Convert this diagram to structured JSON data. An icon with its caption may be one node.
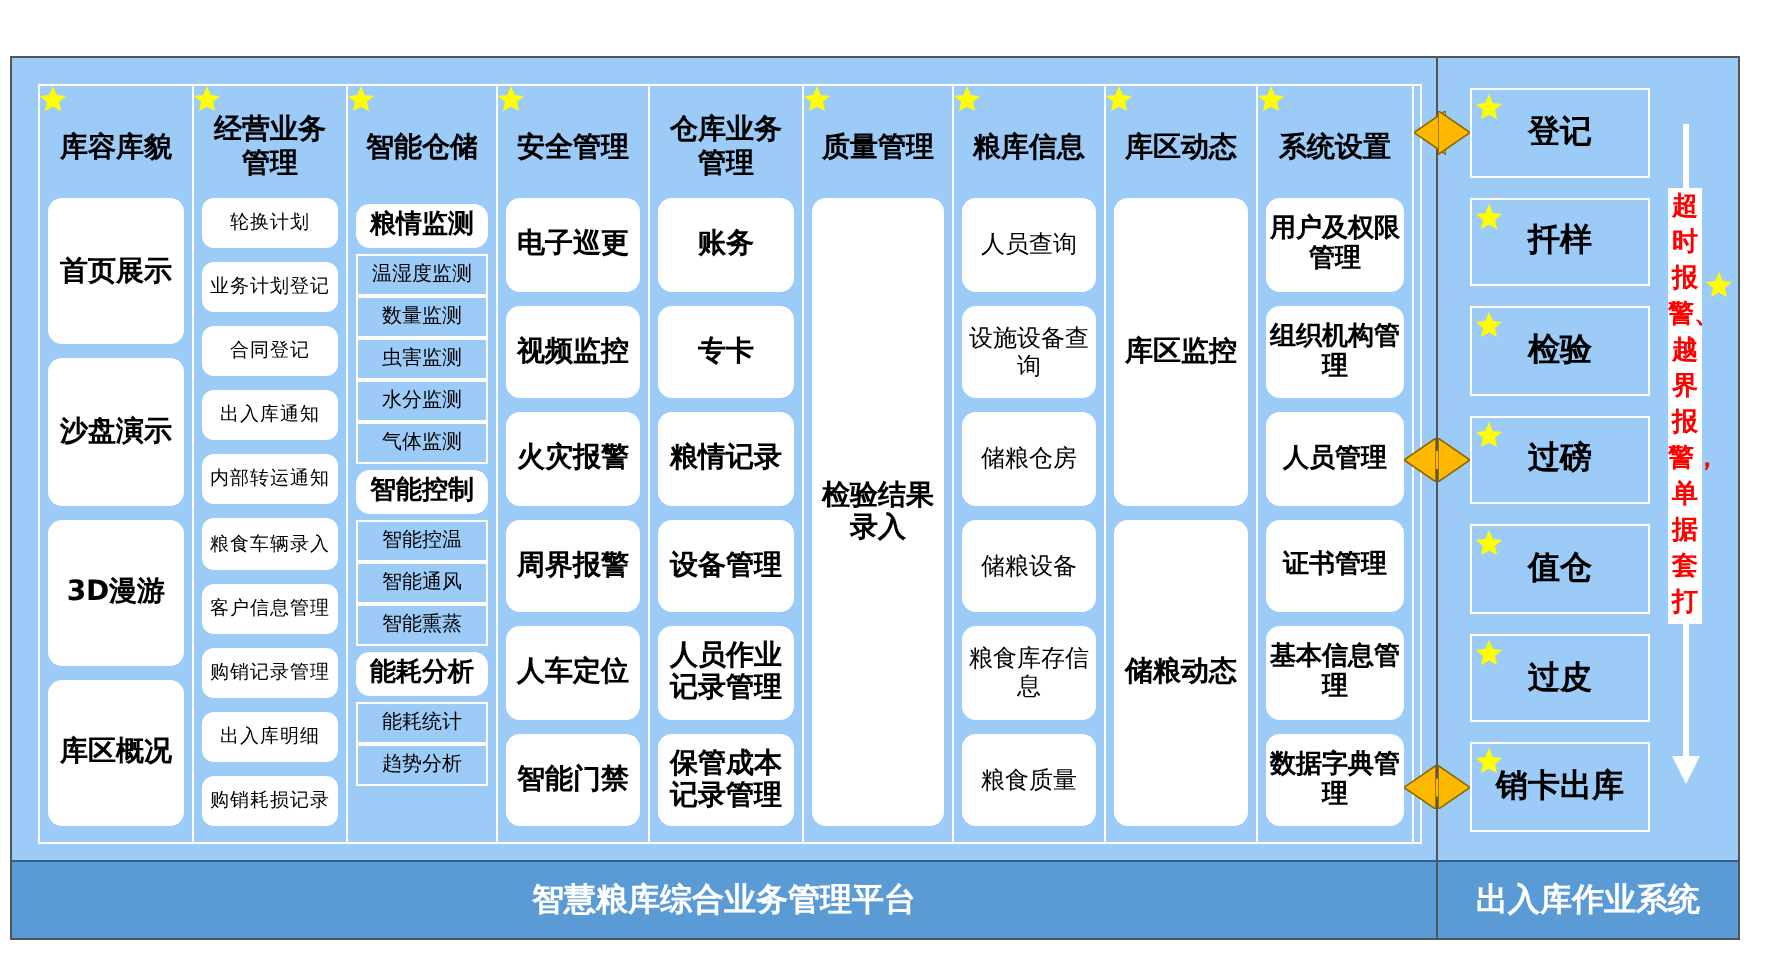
{
  "diagram": {
    "nodes": [
      {
        "text": [
          "智慧粮库综合业务管理平台"
        ]
      },
      {
        "text": [
          "库容库貌"
        ],
        "in": 0
      },
      {
        "text": [
          "首页展示"
        ],
        "in": 1
      },
      {
        "text": [
          "沙盘演示"
        ],
        "in": 1
      },
      {
        "text": [
          "3D漫游"
        ],
        "in": 1
      },
      {
        "text": [
          "库区概况"
        ],
        "in": 1
      },
      {
        "text": [
          "经营业务管理"
        ],
        "in": 0
      },
      {
        "text": [
          "轮换计划"
        ],
        "in": 6
      },
      {
        "text": [
          "业务计划登记"
        ],
        "in": 6
      },
      {
        "text": [
          "合同登记"
        ],
        "in": 6
      },
      {
        "text": [
          "出入库通知"
        ],
        "in": 6
      },
      {
        "text": [
          "内部转运通知"
        ],
        "in": 6
      },
      {
        "text": [
          "粮食车辆录入"
        ],
        "in": 6
      },
      {
        "text": [
          "客户信息管理"
        ],
        "in": 6
      },
      {
        "text": [
          "购销记录管理"
        ],
        "in": 6
      },
      {
        "text": [
          "出入库明细"
        ],
        "in": 6
      },
      {
        "text": [
          "购销耗损记录"
        ],
        "in": 6
      },
      {
        "text": [
          "智能仓储"
        ],
        "in": 0
      },
      {
        "text": [
          "粮情监测"
        ],
        "in": 17
      },
      {
        "text": [
          "温湿度监测"
        ],
        "in": 17
      },
      {
        "text": [
          "数量监测"
        ],
        "in": 17
      },
      {
        "text": [
          "虫害监测"
        ],
        "in": 17
      },
      {
        "text": [
          "水分监测"
        ],
        "in": 17
      },
      {
        "text": [
          "气体监测"
        ],
        "in": 17
      },
      {
        "text": [
          "智能控制"
        ],
        "in": 17
      },
      {
        "text": [
          "智能控温"
        ],
        "in": 17
      },
      {
        "text": [
          "智能通风"
        ],
        "in": 17
      },
      {
        "text": [
          "智能熏蒸"
        ],
        "in": 17
      },
      {
        "text": [
          "能耗分析"
        ],
        "in": 17
      },
      {
        "text": [
          "能耗统计"
        ],
        "in": 17
      },
      {
        "text": [
          "趋势分析"
        ],
        "in": 17
      },
      {
        "text": [
          "安全管理"
        ],
        "in": 0
      },
      {
        "text": [
          "电子巡更"
        ],
        "in": 31
      },
      {
        "text": [
          "视频监控"
        ],
        "in": 31
      },
      {
        "text": [
          "火灾报警"
        ],
        "in": 31
      },
      {
        "text": [
          "周界报警"
        ],
        "in": 31
      },
      {
        "text": [
          "人车定位"
        ],
        "in": 31
      },
      {
        "text": [
          "智能门禁"
        ],
        "in": 31
      },
      {
        "text": [
          "仓库业务管理"
        ],
        "in": 0
      },
      {
        "text": [
          "账务"
        ],
        "in": 38
      },
      {
        "text": [
          "专卡"
        ],
        "in": 38
      },
      {
        "text": [
          "粮情记录"
        ],
        "in": 38
      },
      {
        "text": [
          "设备管理"
        ],
        "in": 38
      },
      {
        "text": [
          "人员作业记录管理"
        ],
        "in": 38
      },
      {
        "text": [
          "保管成本记录管理"
        ],
        "in": 38
      },
      {
        "text": [
          "质量管理"
        ],
        "in": 0
      },
      {
        "text": [
          "检验结果录入"
        ],
        "in": 45
      },
      {
        "text": [
          "粮库信息"
        ],
        "in": 0
      },
      {
        "text": [
          "人员查询"
        ],
        "in": 47
      },
      {
        "text": [
          "设施设备查询"
        ],
        "in": 47
      },
      {
        "text": [
          "储粮仓房"
        ],
        "in": 47
      },
      {
        "text": [
          "储粮设备"
        ],
        "in": 47
      },
      {
        "text": [
          "粮食库存信息"
        ],
        "in": 47
      },
      {
        "text": [
          "粮食质量"
        ],
        "in": 47
      },
      {
        "text": [
          "库区动态"
        ],
        "in": 0
      },
      {
        "text": [
          "库区监控"
        ],
        "in": 54
      },
      {
        "text": [
          "储粮动态"
        ],
        "in": 54
      },
      {
        "text": [
          "系统设置"
        ],
        "in": 0
      },
      {
        "text": [
          "用户及权限管理"
        ],
        "in": 57
      },
      {
        "text": [
          "组织机构管理"
        ],
        "in": 57
      },
      {
        "text": [
          "人员管理"
        ],
        "in": 57
      },
      {
        "text": [
          "证书管理"
        ],
        "in": 57
      },
      {
        "text": [
          "基本信息管理"
        ],
        "in": 57
      },
      {
        "text": [
          "数据字典管理"
        ],
        "in": 57
      },
      {
        "text": [
          "出入库作业系统"
        ]
      },
      {
        "text": [
          "登记"
        ],
        "in": 64
      },
      {
        "text": [
          "扦样"
        ],
        "in": 64
      },
      {
        "text": [
          "检验"
        ],
        "in": 64
      },
      {
        "text": [
          "过磅"
        ],
        "in": 64
      },
      {
        "text": [
          "值仓"
        ],
        "in": 64
      },
      {
        "text": [
          "过皮"
        ],
        "in": 64
      },
      {
        "text": [
          "销卡出库"
        ],
        "in": 64
      }
    ],
    "edges": [
      {
        "from": 57,
        "to": 65,
        "arrow": "both"
      },
      {
        "from": 60,
        "to": 68,
        "arrow": "both"
      },
      {
        "from": 63,
        "to": 71,
        "arrow": "both"
      }
    ],
    "labels": [
      "超时报警、越界报警，单据套打"
    ]
  }
}
